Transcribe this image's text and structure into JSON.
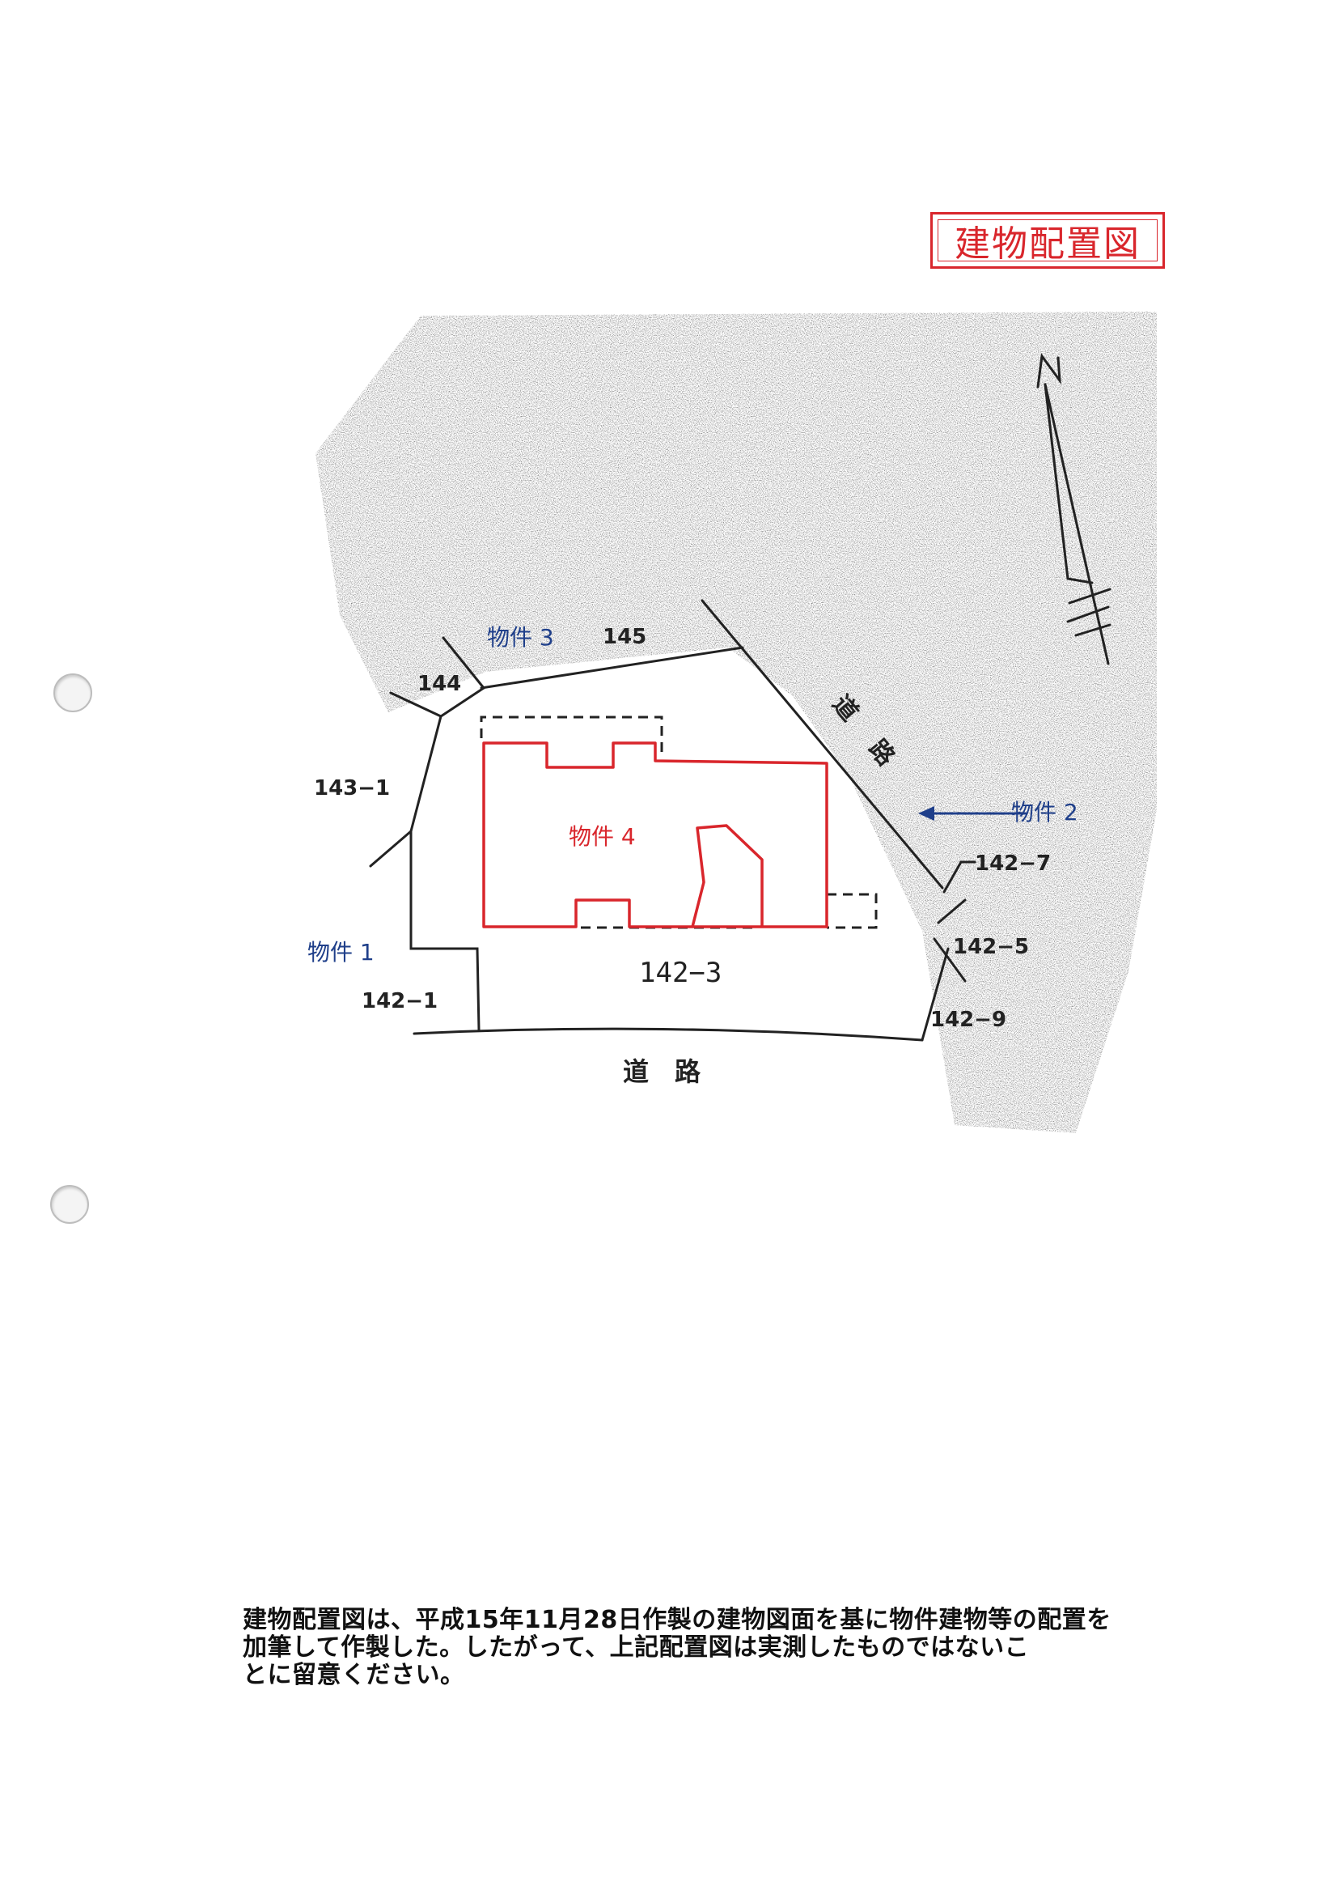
{
  "title": "建物配置図",
  "plan": {
    "lots": {
      "lot_145": "145",
      "lot_144": "144",
      "lot_143_1": "143−1",
      "lot_142_1": "142−1",
      "lot_142_3": "142−3",
      "lot_142_7": "142−7",
      "lot_142_5": "142−5",
      "lot_142_9": "142−9"
    },
    "properties": {
      "p1": "物件 1",
      "p2": "物件 2",
      "p3": "物件 3",
      "p4": "物件 4"
    },
    "roads": {
      "road_east_1": "道",
      "road_east_2": "路",
      "road_south": "道　路"
    },
    "north_symbol": "N"
  },
  "note": {
    "line1": "建物配置図は、平成15年11月28日作製の建物図面を基に物件建物等の配置を",
    "line2": "加筆して作製した。したがって、上記配置図は実測したものではないこ",
    "line3": "とに留意ください。"
  },
  "colors": {
    "accent_red": "#d9262c",
    "label_blue": "#1f3f8a",
    "line_black": "#222222"
  }
}
